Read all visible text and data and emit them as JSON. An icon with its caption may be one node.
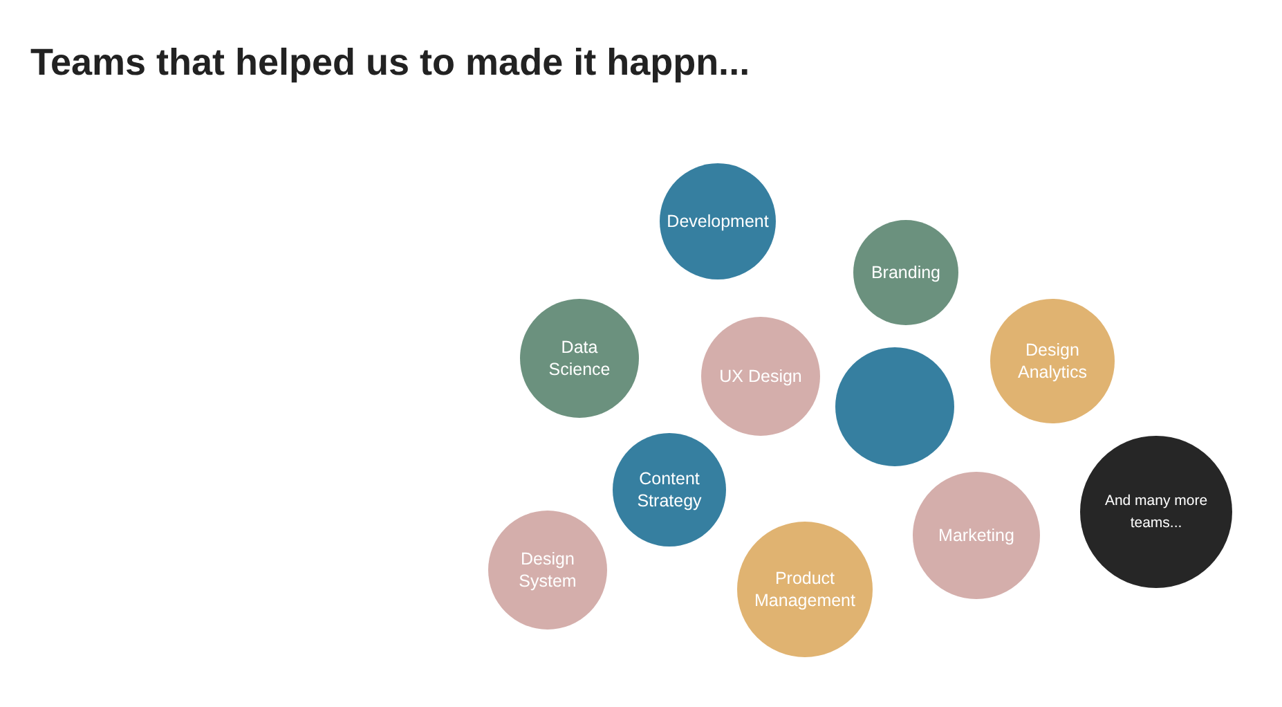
{
  "diagram": {
    "title": "Teams that helped us to made it happn...",
    "nodes": [
      {
        "text": [
          "Development"
        ]
      },
      {
        "text": [
          "Branding"
        ]
      },
      {
        "text": [
          "Data Science"
        ]
      },
      {
        "text": [
          "UX Design"
        ]
      },
      {
        "text": [
          "Design Analytics"
        ]
      },
      {
        "text": [],
        "shape": "circle"
      },
      {
        "text": [
          "Content Strategy"
        ]
      },
      {
        "text": [
          "Marketing"
        ]
      },
      {
        "text": [
          "And many more teams..."
        ]
      },
      {
        "text": [
          "Design System"
        ]
      },
      {
        "text": [
          "Product Management"
        ]
      }
    ]
  }
}
